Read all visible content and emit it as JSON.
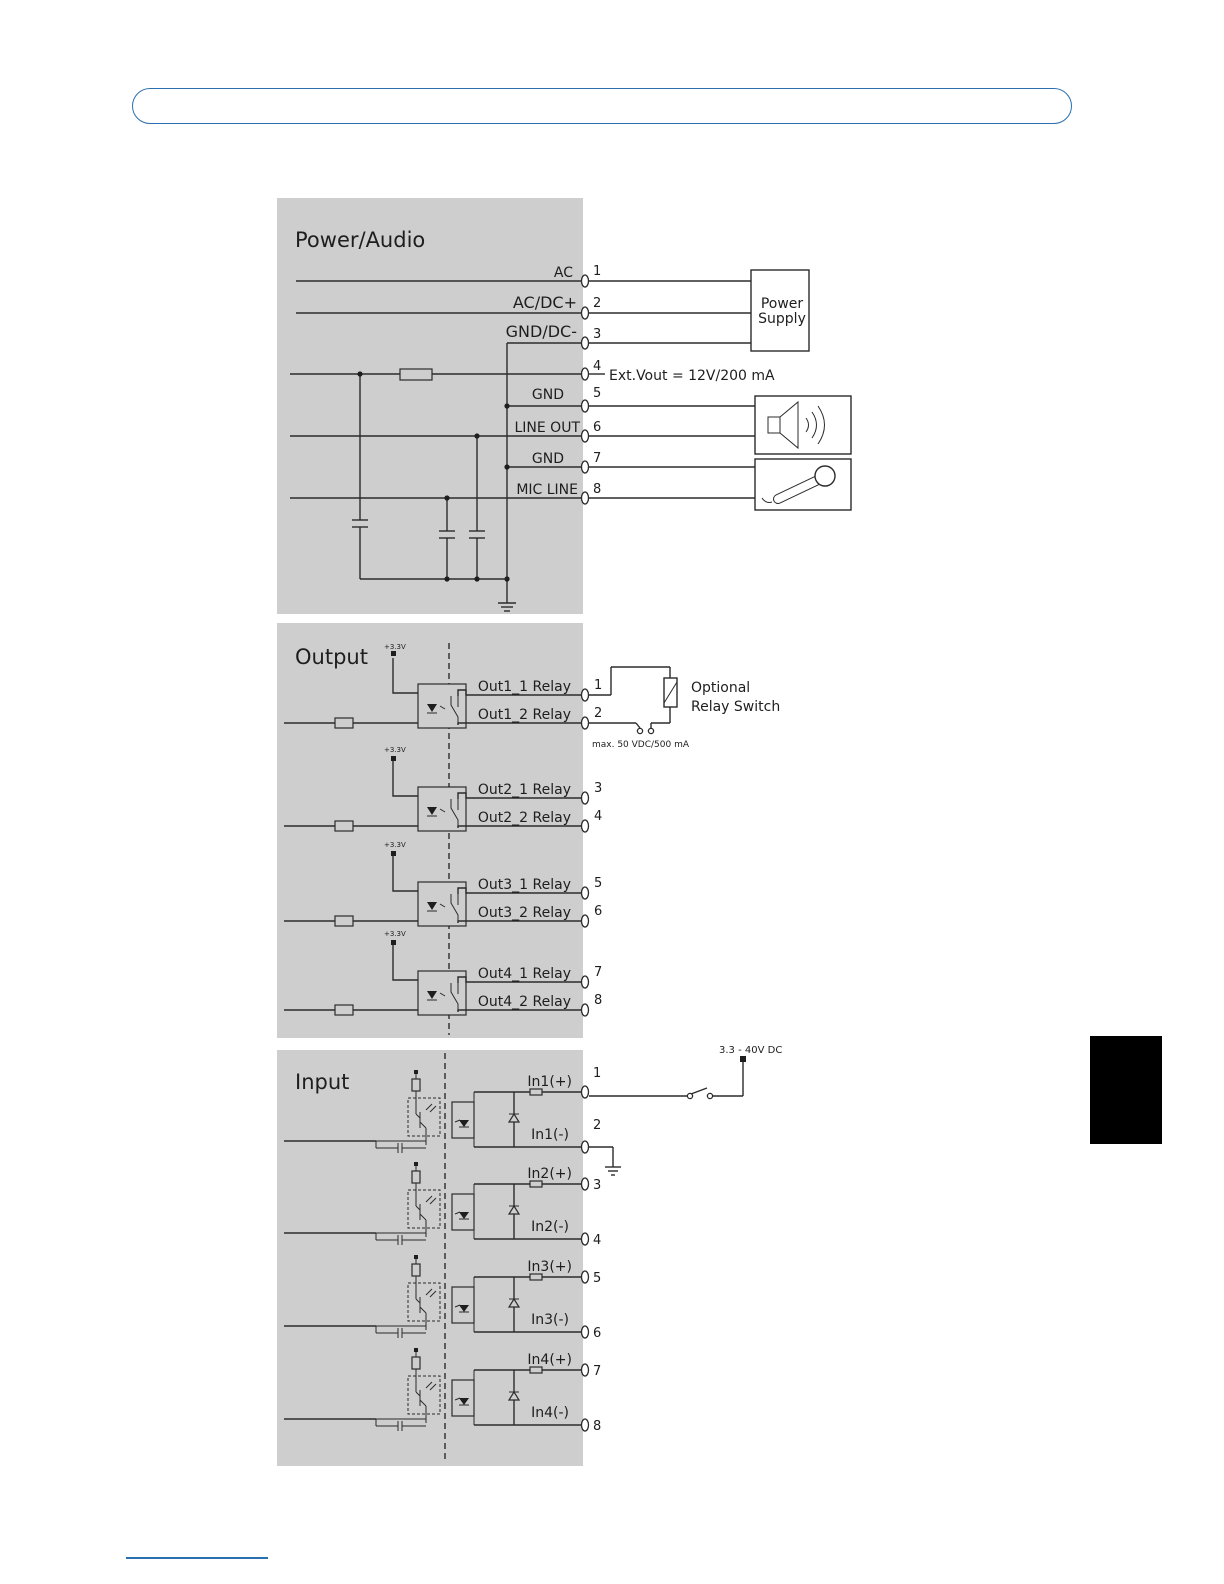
{
  "panels": {
    "power": {
      "title": "Power/Audio",
      "signals": [
        "AC",
        "AC/DC+",
        "GND/DC-",
        "",
        "GND",
        "LINE OUT",
        "GND",
        "MIC LINE"
      ],
      "pins": [
        "1",
        "2",
        "3",
        "4",
        "5",
        "6",
        "7",
        "8"
      ],
      "ext_vout": "Ext.Vout = 12V/200 mA",
      "power_supply_line1": "Power",
      "power_supply_line2": "Supply"
    },
    "output": {
      "title": "Output",
      "signals": [
        "Out1_1 Relay",
        "Out1_2 Relay",
        "Out2_1 Relay",
        "Out2_2 Relay",
        "Out3_1 Relay",
        "Out3_2 Relay",
        "Out4_1 Relay",
        "Out4_2 Relay"
      ],
      "pins": [
        "1",
        "2",
        "3",
        "4",
        "5",
        "6",
        "7",
        "8"
      ],
      "supply_labels": [
        "+3.3V",
        "+3.3V",
        "+3.3V",
        "+3.3V"
      ],
      "relay_line1": "Optional",
      "relay_line2": "Relay Switch",
      "max_rating": "max. 50 VDC/500 mA"
    },
    "input": {
      "title": "Input",
      "signals": [
        "In1(+)",
        "In1(-)",
        "In2(+)",
        "In2(-)",
        "In3(+)",
        "In3(-)",
        "In4(+)",
        "In4(-)"
      ],
      "pins": [
        "1",
        "2",
        "3",
        "4",
        "5",
        "6",
        "7",
        "8"
      ],
      "dc_range": "3.3 - 40V DC"
    }
  },
  "colors": {
    "accent": "#2a6fb0",
    "panel": "#cecece",
    "tab": "#000000"
  }
}
